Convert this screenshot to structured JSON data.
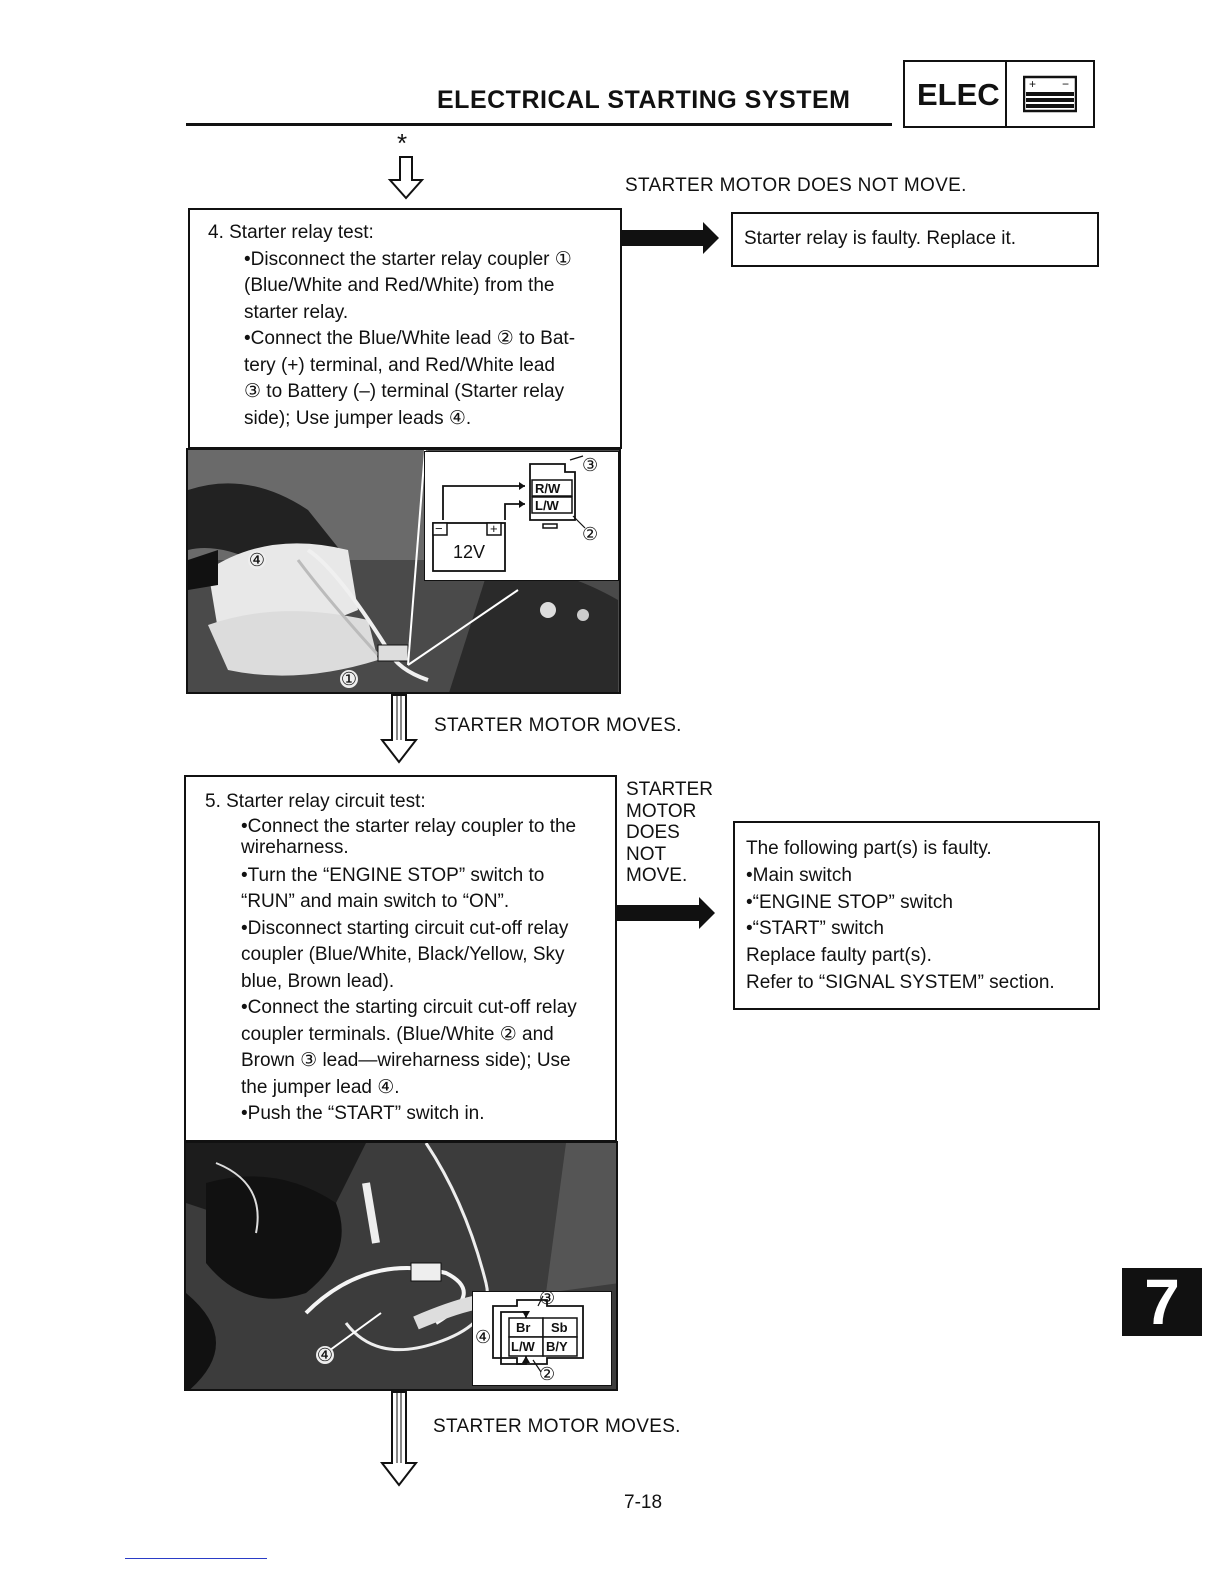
{
  "header": {
    "title": "ELECTRICAL STARTING SYSTEM",
    "section_code": "ELEC",
    "section_icon": "battery-icon"
  },
  "step4": {
    "title": "4. Starter relay test:",
    "lines": [
      "•Disconnect the starter relay coupler ①",
      "(Blue/White and Red/White) from the",
      "starter relay.",
      "•Connect the Blue/White lead ② to Bat-",
      "tery (+) terminal, and Red/White lead",
      "③ to Battery (–) terminal (Starter relay",
      "side); Use jumper leads ④."
    ],
    "fail_label": "STARTER MOTOR DOES NOT MOVE.",
    "fail_result": "Starter relay is faulty. Replace it.",
    "pass_label": "STARTER MOTOR MOVES.",
    "diagram": {
      "terminal_top": "R/W",
      "terminal_bottom": "L/W",
      "battery": "12V",
      "minus": "−",
      "plus": "+",
      "callout_3": "③",
      "callout_2": "②",
      "callout_4": "④",
      "callout_1": "①"
    }
  },
  "step5": {
    "title": "5. Starter relay circuit test:",
    "lines": [
      "•Connect the starter relay coupler to the",
      "wireharness.",
      "•Turn the “ENGINE STOP” switch to",
      "“RUN” and main switch to “ON”.",
      "•Disconnect starting circuit cut-off relay",
      "coupler (Blue/White, Black/Yellow, Sky",
      "blue, Brown lead).",
      "•Connect the starting circuit cut-off relay",
      "coupler terminals. (Blue/White ② and",
      "Brown ③ lead—wireharness side); Use",
      "the jumper lead ④.",
      "•Push the “START” switch in."
    ],
    "fail_label_lines": [
      "STARTER",
      "MOTOR",
      "DOES",
      "NOT",
      "MOVE."
    ],
    "fail_result_lines": [
      "The following part(s) is faulty.",
      "•Main switch",
      "•“ENGINE STOP” switch",
      "•“START” switch",
      "Replace faulty part(s).",
      "Refer to “SIGNAL SYSTEM” section."
    ],
    "pass_label": "STARTER MOTOR MOVES.",
    "diagram": {
      "br": "Br",
      "sb": "Sb",
      "lw": "L/W",
      "by": "B/Y",
      "callout_3": "③",
      "callout_2": "②",
      "callout_4": "④",
      "photo_callout_4": "④"
    }
  },
  "side_tab": "7",
  "page_number": "7-18"
}
